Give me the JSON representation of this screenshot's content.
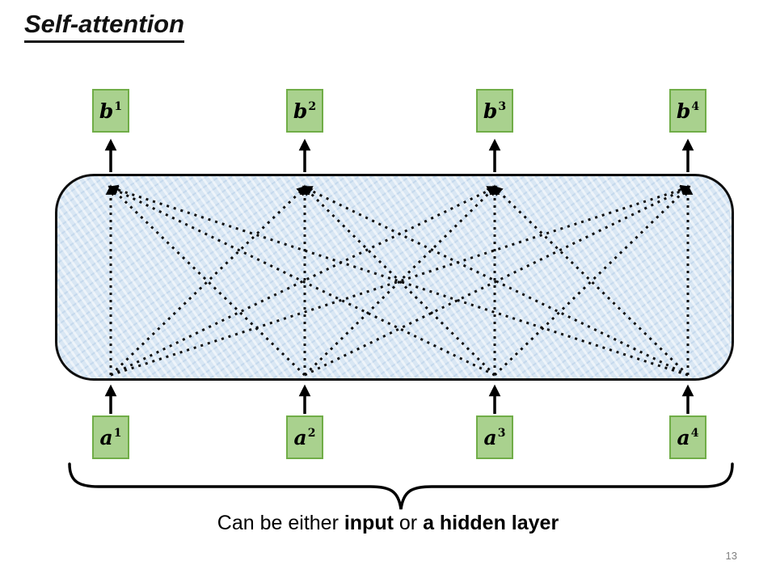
{
  "slide": {
    "title": "Self-attention",
    "page_number": "13",
    "caption": {
      "part1": "Can be either ",
      "bold1": "input",
      "part2": " or ",
      "bold2": "a hidden layer"
    },
    "output_nodes": [
      {
        "base": "b",
        "sup": "1"
      },
      {
        "base": "b",
        "sup": "2"
      },
      {
        "base": "b",
        "sup": "3"
      },
      {
        "base": "b",
        "sup": "4"
      }
    ],
    "input_nodes": [
      {
        "base": "a",
        "sup": "1"
      },
      {
        "base": "a",
        "sup": "2"
      },
      {
        "base": "a",
        "sup": "3"
      },
      {
        "base": "a",
        "sup": "4"
      }
    ],
    "colors": {
      "node_fill": "#a9d18e",
      "node_border": "#70ad47",
      "layer_fill": "#d9e7f4",
      "edge_color": "#000000"
    }
  }
}
